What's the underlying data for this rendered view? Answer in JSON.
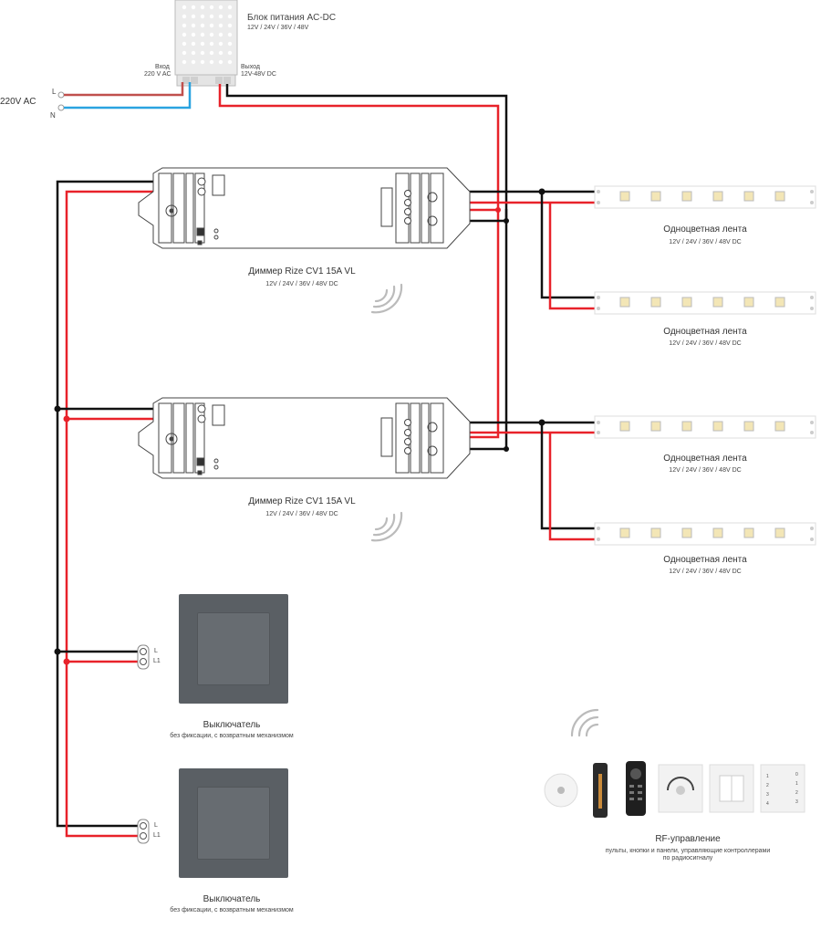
{
  "psu": {
    "title": "Блок питания AC-DC",
    "voltage": "12V / 24V / 36V / 48V",
    "input_title": "Вход",
    "input_value": "220 V AC",
    "output_title": "Выход",
    "output_value": "12V-48V DC"
  },
  "mains": {
    "label": "220V AC",
    "line": "L",
    "neutral": "N"
  },
  "dimmers": [
    {
      "title": "Диммер Rize CV1 15A VL",
      "voltage": "12V / 24V / 36V / 48V DC"
    },
    {
      "title": "Диммер Rize CV1 15A VL",
      "voltage": "12V / 24V / 36V / 48V DC"
    }
  ],
  "strips": [
    {
      "title": "Одноцветная лента",
      "voltage": "12V / 24V / 36V / 48V DC"
    },
    {
      "title": "Одноцветная лента",
      "voltage": "12V / 24V / 36V / 48V DC"
    },
    {
      "title": "Одноцветная лента",
      "voltage": "12V / 24V / 36V / 48V DC"
    },
    {
      "title": "Одноцветная лента",
      "voltage": "12V / 24V / 36V / 48V DC"
    }
  ],
  "switches": [
    {
      "title": "Выключатель",
      "desc": "без фиксации, с возвратным механизмом",
      "term_l": "L",
      "term_l1": "L1"
    },
    {
      "title": "Выключатель",
      "desc": "без фиксации, с возвратным механизмом",
      "term_l": "L",
      "term_l1": "L1"
    }
  ],
  "rf": {
    "title": "RF-управление",
    "desc_line1": "пульты, кнопки и панели, управляющие контроллерами",
    "desc_line2": "по радиосигналу"
  },
  "colors": {
    "positive_wire": "#e8222a",
    "negative_wire": "#111111",
    "line_wire": "#c0504d",
    "neutral_wire": "#2aa3e0",
    "switch_plate": "#5a5f64"
  }
}
